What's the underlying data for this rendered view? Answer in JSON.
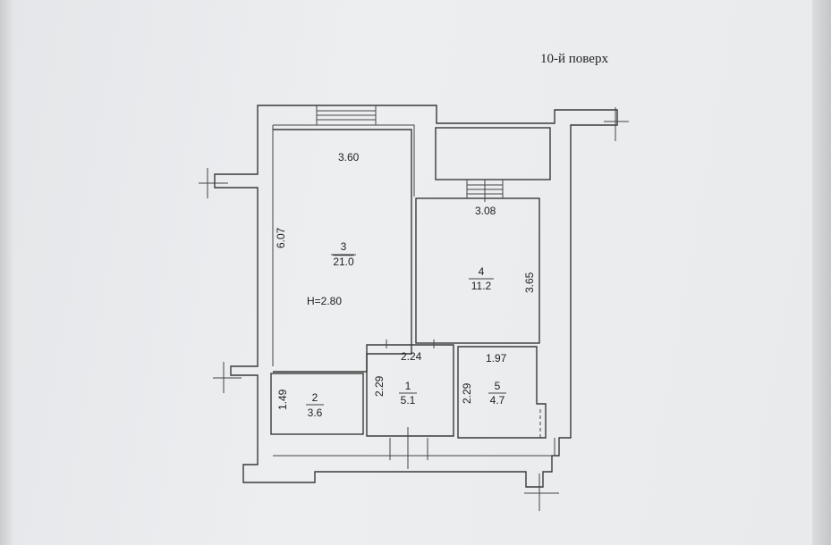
{
  "floor_label": "10-й поверх",
  "ceiling_height": "H=2.80",
  "rooms": [
    {
      "number": "1",
      "area": "5.1"
    },
    {
      "number": "2",
      "area": "3.6"
    },
    {
      "number": "3",
      "area": "21.0"
    },
    {
      "number": "4",
      "area": "11.2"
    },
    {
      "number": "5",
      "area": "4.7"
    }
  ],
  "dimensions": {
    "room3_width": "3.60",
    "room3_length": "6.07",
    "room4_width": "3.08",
    "room4_length": "3.65",
    "room1_width": "2.24",
    "room1_length": "2.29",
    "room2_length": "1.49",
    "room5_width": "1.97",
    "room5_length": "2.29"
  }
}
